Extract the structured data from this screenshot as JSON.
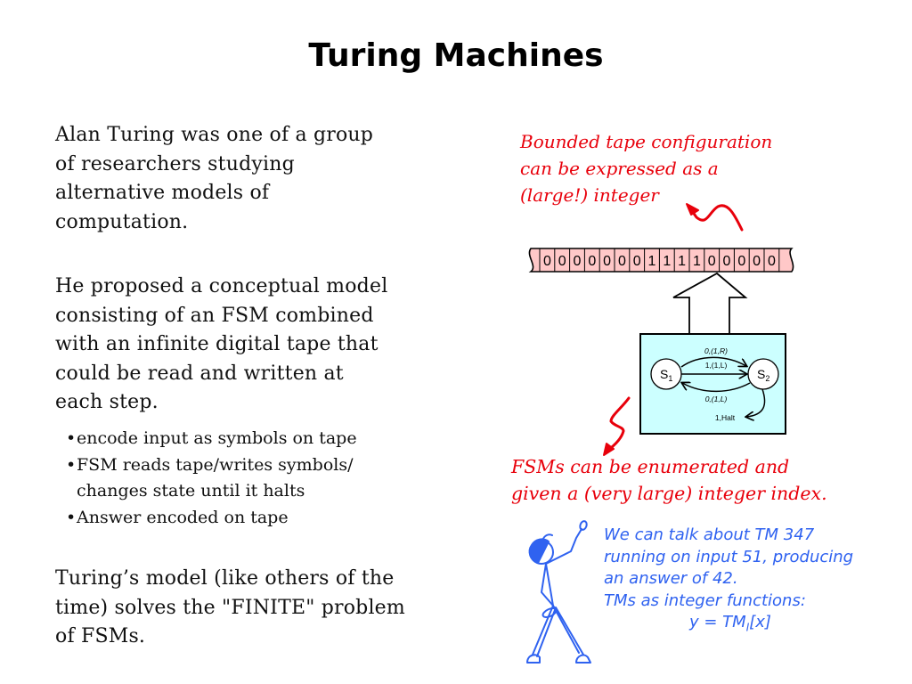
{
  "slide": {
    "title": "Turing Machines",
    "paragraphs": [
      [
        "Alan Turing was one of a group",
        "of researchers studying",
        "alternative models of",
        "computation."
      ],
      [
        "He proposed a conceptual model",
        "consisting of an FSM combined",
        "with an infinite digital tape that",
        "could be read and written at",
        "each step."
      ],
      [
        "Turing’s model (like others of the",
        "time) solves the \"FINITE\" problem",
        "of FSMs."
      ]
    ],
    "bullets": [
      {
        "marker": "•",
        "lines": [
          "encode input as symbols on tape"
        ]
      },
      {
        "marker": "•",
        "lines": [
          "FSM reads tape/writes symbols/",
          "changes state until it halts"
        ]
      },
      {
        "marker": "•",
        "lines": [
          "Answer encoded on tape"
        ]
      }
    ]
  },
  "diagram": {
    "tape_note": [
      "Bounded tape configuration",
      "can be expressed as a",
      "(large!) integer"
    ],
    "tape_cells": [
      "0",
      "0",
      "0",
      "0",
      "0",
      "0",
      "0",
      "1",
      "1",
      "1",
      "1",
      "0",
      "0",
      "0",
      "0",
      "0"
    ],
    "fsm": {
      "states": [
        {
          "name": "S",
          "sub": "1"
        },
        {
          "name": "S",
          "sub": "2"
        }
      ],
      "transitions": [
        {
          "label": "0,(1,R)"
        },
        {
          "label": "1,(1,L)"
        },
        {
          "label": "0,(1,L)"
        },
        {
          "label": "1,Halt"
        }
      ]
    },
    "fsm_note": [
      "FSMs can be enumerated and",
      "given a (very large) integer index."
    ],
    "speech": {
      "lines": [
        "We can talk about TM 347",
        "running on input 51, producing",
        "an answer of 42.",
        "TMs as integer functions:"
      ],
      "formula_prefix": "y = TM",
      "formula_sub": "I",
      "formula_suffix": "[x]"
    },
    "colors": {
      "red": "#e8000b",
      "blue": "#2f62f0",
      "tape_fill": "#ffc8c8",
      "fsm_fill": "#ccffff"
    }
  }
}
